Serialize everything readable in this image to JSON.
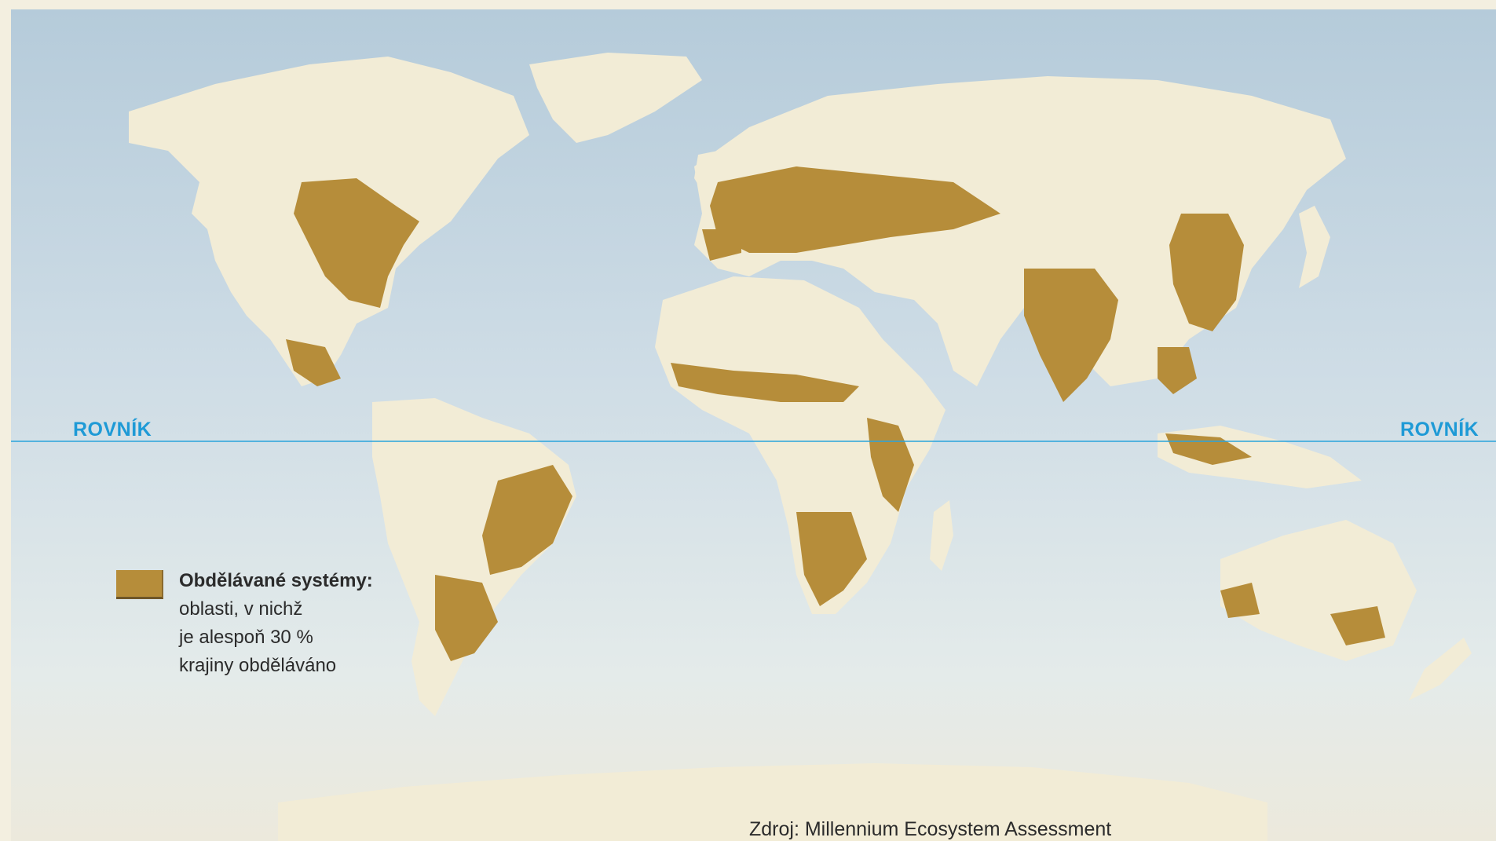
{
  "map": {
    "equator_label_left": "ROVNÍK",
    "equator_label_right": "ROVNÍK",
    "equator_color": "#29a3dc",
    "ocean_color": "#c5d6e1",
    "land_color": "#f2ecd6",
    "cultivated_color": "#b68d3a"
  },
  "legend": {
    "title": "Obdělávané systémy:",
    "lines": [
      "oblasti, v nichž",
      "je alespoň 30 %",
      "krajiny obděláváno"
    ]
  },
  "source": "Zdroj:  Millennium Ecosystem Assessment"
}
